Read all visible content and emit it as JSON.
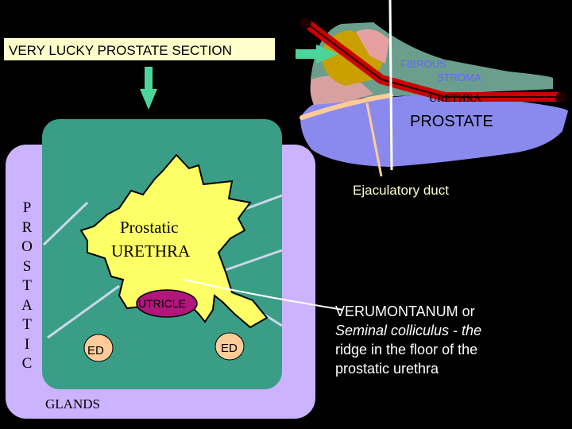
{
  "title": "VERY LUCKY PROSTATE SECTION",
  "labels": {
    "fibrous_line1": "FIBROUS",
    "fibrous_line2": "STROMA",
    "urethra_top": "URETHRA",
    "prostate": "PROSTATE",
    "ejaculatory_duct": "Ejaculatory duct",
    "prostatic_line1": "Prostatic",
    "prostatic_line2": "URETHRA",
    "utricle": "UTRICLE",
    "ed_left": "ED",
    "ed_right": "ED",
    "glands": "GLANDS"
  },
  "vertical_label": [
    "P",
    "R",
    "O",
    "S",
    "T",
    "A",
    "T",
    "I",
    "C"
  ],
  "description": {
    "line1": "VERUMONTANUM  or",
    "line2": "Seminal colliculus -  the",
    "line3": "ridge in the floor of the",
    "line4": "prostatic urethra"
  },
  "colors": {
    "background": "#000000",
    "title_box": "#ffffcc",
    "outer_gland": "#ccb3ff",
    "inner_section": "#3a9e86",
    "urethra_yellow": "#ffff66",
    "utricle": "#b0167c",
    "duct": "#ffcc99",
    "urethra_red": "#cc0000",
    "arrow": "#4dd49b",
    "stroma": "#6b9e8c",
    "prostate_blue": "#8a8aee",
    "gold": "#c9a000"
  }
}
